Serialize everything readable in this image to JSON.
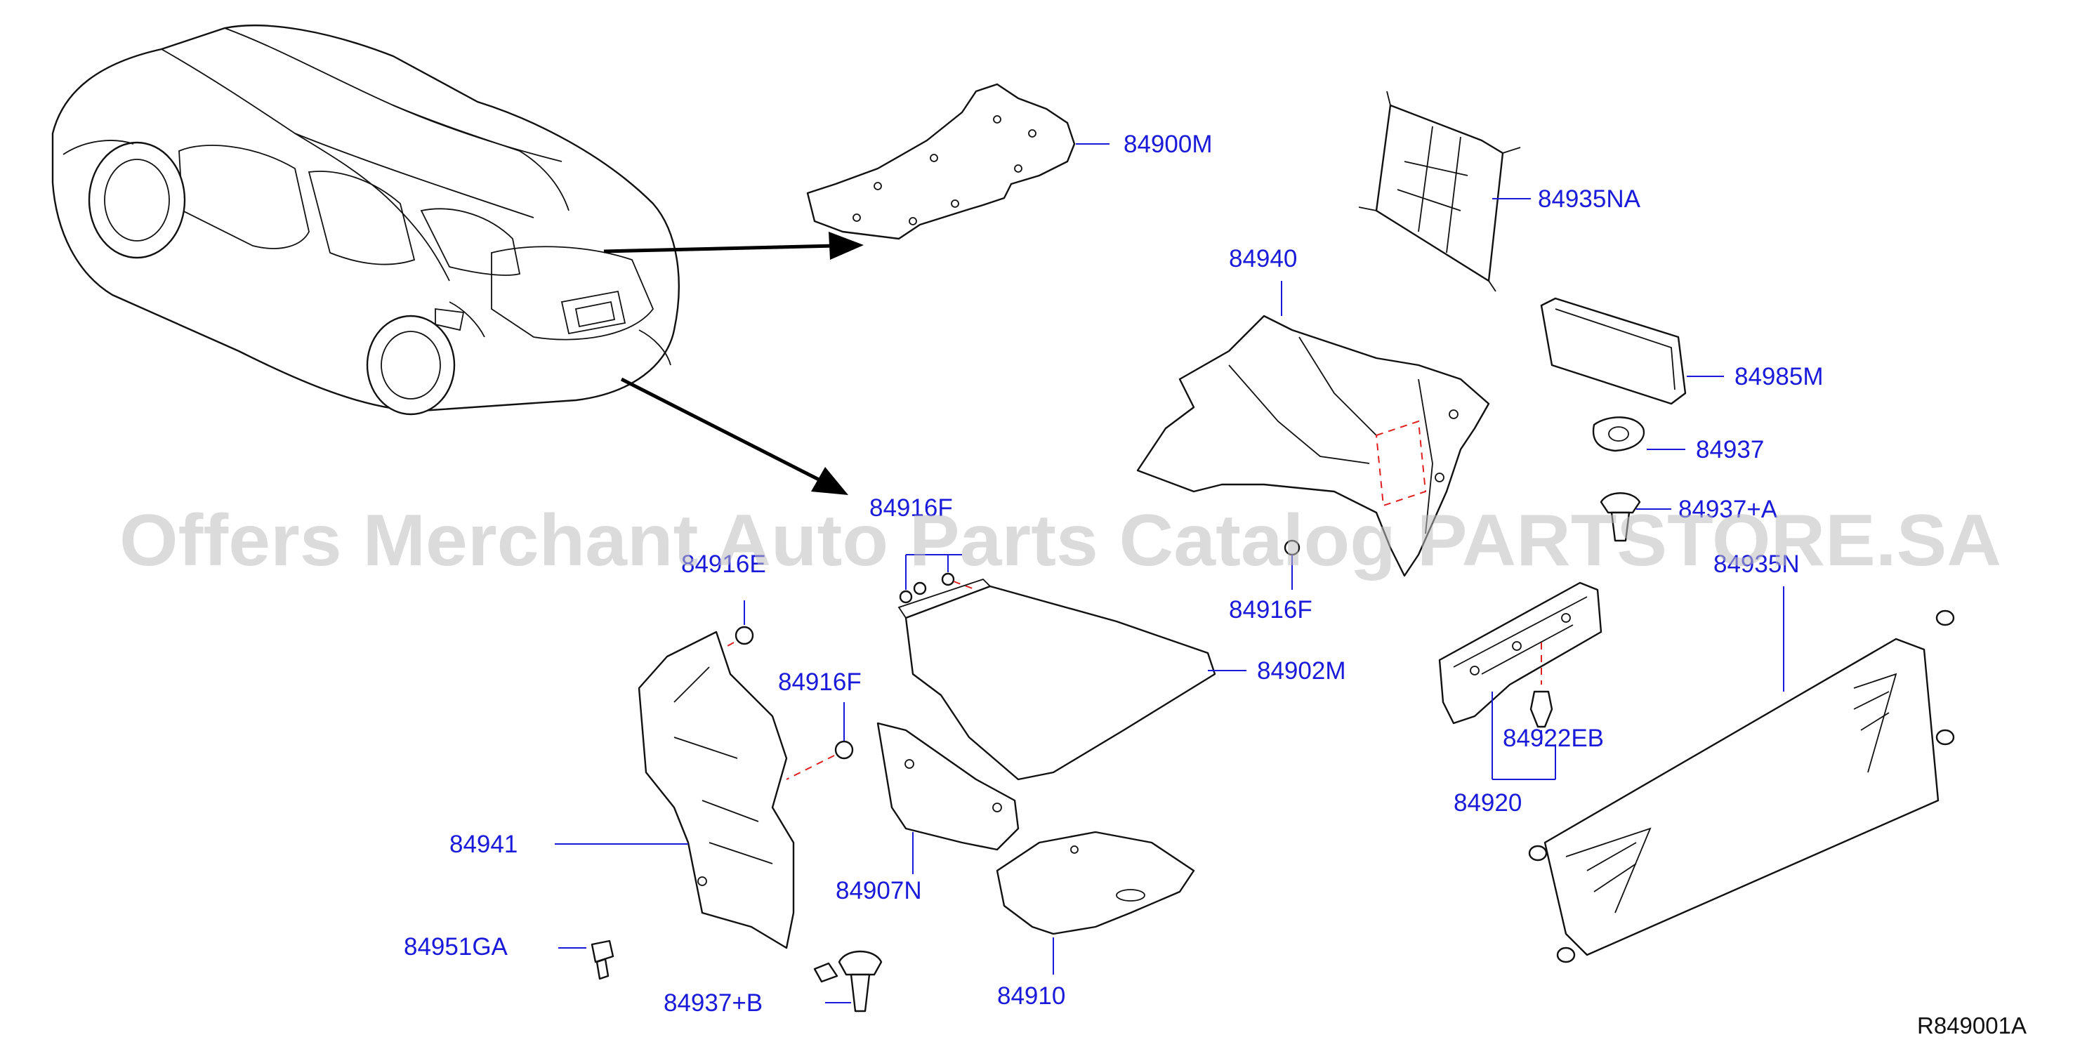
{
  "diagram": {
    "labels": {
      "p84900M": "84900M",
      "p84935NA": "84935NA",
      "p84940": "84940",
      "p84985M": "84985M",
      "p84937": "84937",
      "p84937A": "84937+A",
      "p84916F_top": "84916F",
      "p84916E": "84916E",
      "p84916F_mid": "84916F",
      "p84916F_right": "84916F",
      "p84935N": "84935N",
      "p84902M": "84902M",
      "p84922EB": "84922EB",
      "p84920": "84920",
      "p84941": "84941",
      "p84907N": "84907N",
      "p84951GA": "84951GA",
      "p84937B": "84937+B",
      "p84910": "84910"
    },
    "reference_code": "R849001A",
    "watermark": "Offers Merchant Auto Parts Catalog PARTSTORE.SA",
    "colors": {
      "label": "#1a1adb",
      "dash": "#e02020",
      "line": "#111111"
    }
  }
}
